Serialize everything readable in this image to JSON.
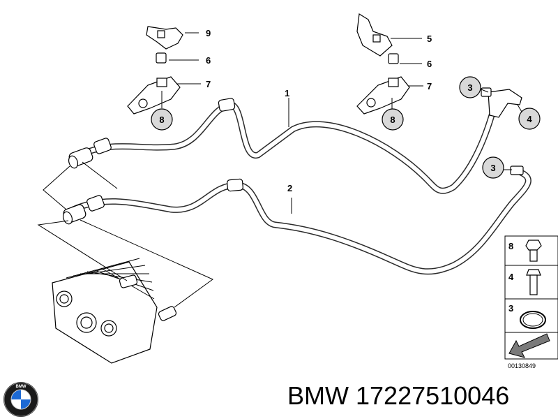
{
  "footer": {
    "brand": "BMW",
    "part_number": "17227510046"
  },
  "logo": {
    "text": "BMW",
    "icon": "bmw-roundel-icon"
  },
  "callouts": {
    "n1": "1",
    "n2": "2",
    "n5": "5",
    "n6a": "6",
    "n6b": "6",
    "n7a": "7",
    "n7b": "7",
    "n9": "9"
  },
  "circled_callouts": {
    "c8a": "8",
    "c8b": "8",
    "c3a": "3",
    "c3b": "3",
    "c4": "4"
  },
  "legend": {
    "items": [
      {
        "num": "8",
        "icon": "collar-bolt-icon"
      },
      {
        "num": "4",
        "icon": "hex-bolt-icon"
      },
      {
        "num": "3",
        "icon": "o-ring-icon"
      }
    ],
    "ref_code": "00130849"
  },
  "colors": {
    "line": "#000000",
    "badge_fill": "#d9d9d9"
  }
}
